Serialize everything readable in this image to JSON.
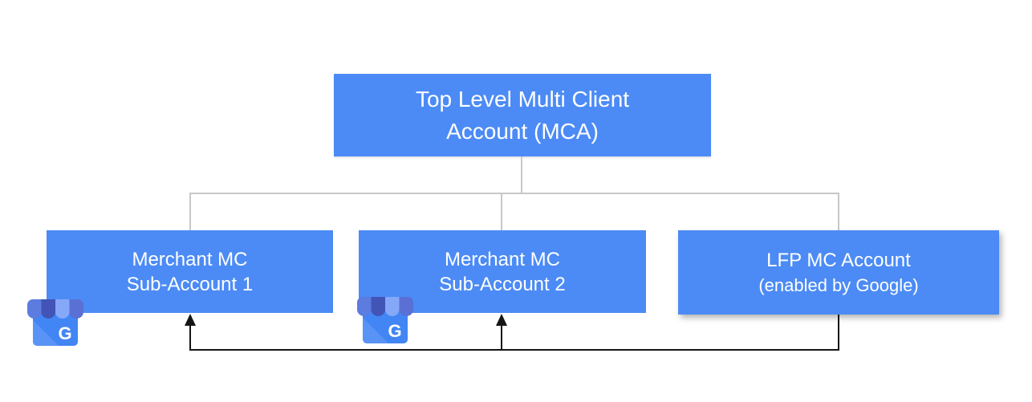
{
  "diagram": {
    "top_node": {
      "line1": "Top Level Multi Client",
      "line2": "Account (MCA)"
    },
    "child_nodes": [
      {
        "line1": "Merchant MC",
        "line2": "Sub-Account 1",
        "has_gmb_icon": true
      },
      {
        "line1": "Merchant MC",
        "line2": "Sub-Account 2",
        "has_gmb_icon": true
      },
      {
        "line1": "LFP MC Account",
        "line2": "(enabled by Google)",
        "has_gmb_icon": false
      }
    ],
    "gmb_icon": {
      "name": "google-my-business-icon",
      "letter": "G"
    },
    "colors": {
      "node_fill": "#4C8BF5",
      "node_text": "#FFFFFF",
      "connector_gray": "#C8C8C8",
      "arrow_black": "#151515",
      "gmb_body": "#4285F4",
      "gmb_awning_stripes": [
        "#5C7CDF",
        "#4254B5",
        "#85A8F8",
        "#5A70D4"
      ]
    }
  }
}
